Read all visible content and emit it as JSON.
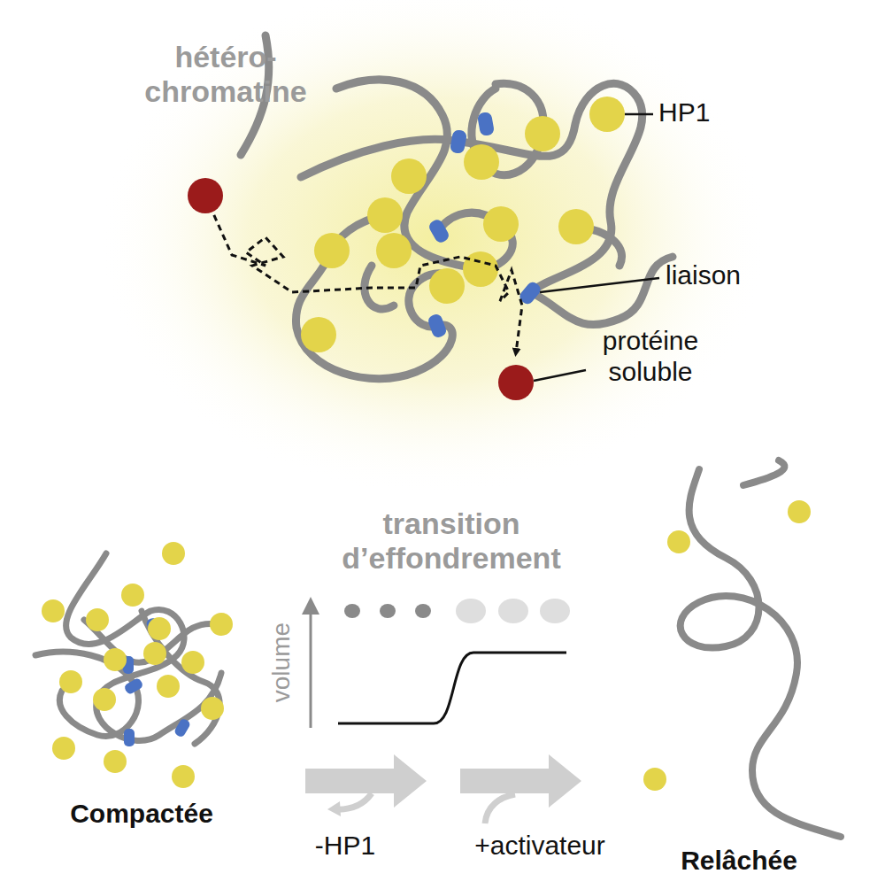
{
  "diagram": {
    "labels": [
      "hétéro- chromatine",
      "HP1",
      "liaison",
      "protéine soluble",
      "transition d’effondrement",
      "volume",
      "Compactée",
      "-HP1",
      "+activateur",
      "Relâchée"
    ]
  }
}
